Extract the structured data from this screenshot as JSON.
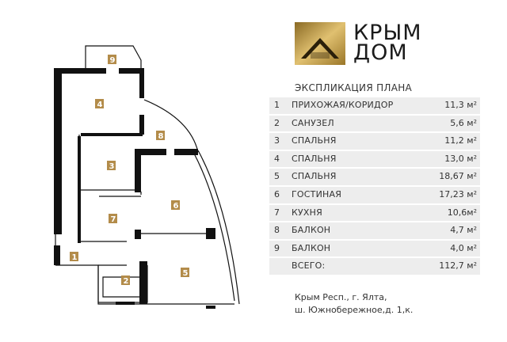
{
  "brand": {
    "line1": "КРЫМ",
    "line2": "ДОМ",
    "gold": "#b8902f",
    "dark": "#1b1b1b"
  },
  "legend": {
    "title": "ЭКСПЛИКАЦИЯ ПЛАНА",
    "rows": [
      {
        "num": "1",
        "name": "ПРИХОЖАЯ/КОРИДОР",
        "area": "11,3 м²"
      },
      {
        "num": "2",
        "name": "САНУЗЕЛ",
        "area": "5,6 м²"
      },
      {
        "num": "3",
        "name": "СПАЛЬНЯ",
        "area": "11,2 м²"
      },
      {
        "num": "4",
        "name": "СПАЛЬНЯ",
        "area": "13,0 м²"
      },
      {
        "num": "5",
        "name": "СПАЛЬНЯ",
        "area": "18,67 м²"
      },
      {
        "num": "6",
        "name": "ГОСТИНАЯ",
        "area": "17,23 м²"
      },
      {
        "num": "7",
        "name": "КУХНЯ",
        "area": "10,6м²"
      },
      {
        "num": "8",
        "name": "БАЛКОН",
        "area": "4,7 м²"
      },
      {
        "num": "9",
        "name": "БАЛКОН",
        "area": "4,0 м²"
      }
    ],
    "total": {
      "num": "",
      "name": "ВСЕГО:",
      "area": "112,7 м²"
    }
  },
  "address": {
    "line1": "Крым Респ., г. Ялта,",
    "line2": "ш. Южнобережное,д. 1,к."
  },
  "plan": {
    "room_labels": [
      "1",
      "2",
      "3",
      "4",
      "5",
      "6",
      "7",
      "8",
      "9"
    ],
    "label_color": "#b38c4a",
    "wall_color": "#111111"
  }
}
